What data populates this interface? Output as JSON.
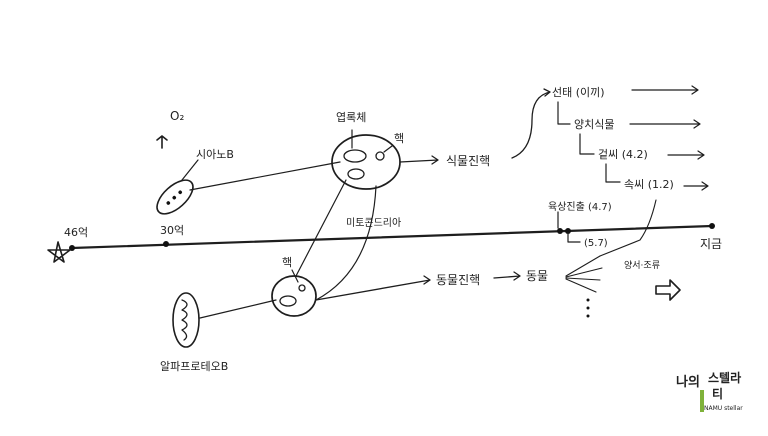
{
  "timeline": {
    "start_label": "46억",
    "mark_label": "30억",
    "end_label": "지금"
  },
  "labels": {
    "oxygen": "O₂",
    "cyanobacteria": "시아노B",
    "alphaproteobacteria": "알파프로테오B",
    "chloroplast": "엽록체",
    "nucleus_upper": "핵",
    "nucleus_lower": "핵",
    "mitochondria": "미토콘드리아",
    "plant_cell": "식물진핵",
    "animal_cell": "동물진핵",
    "animals": "동물",
    "moss": "선태 (이끼)",
    "ferns": "양치식물",
    "seed_plants": "겉씨 (4.2)",
    "angiosperms": "속씨 (1.2)",
    "land_colonization": "육상진출 (4.7)",
    "cambrian": "(5.7)",
    "amphibians": "양서·조류"
  },
  "logo": {
    "text_line1": "나의",
    "text_line2": "스텔라",
    "text_line3": "티",
    "small": "NAMU stellar"
  }
}
